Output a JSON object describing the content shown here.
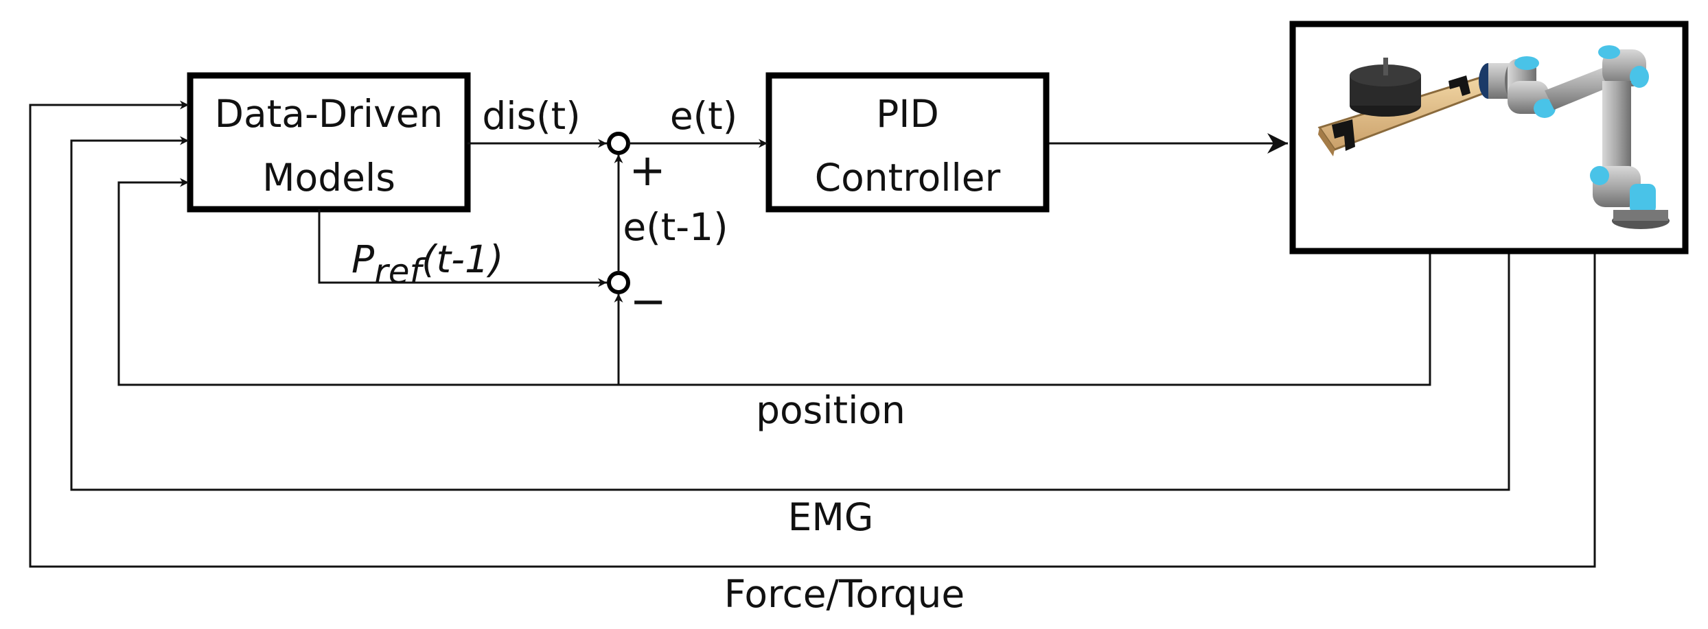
{
  "blocks": {
    "models": {
      "line1": "Data-Driven",
      "line2": "Models"
    },
    "pid": {
      "line1": "PID",
      "line2": "Controller"
    }
  },
  "signals": {
    "dis": "dis(t)",
    "e": "e(t)",
    "e_prev": "e(t-1)",
    "pref_main": "P",
    "pref_sub": "ref",
    "pref_arg": "(t-1)",
    "plus": "+",
    "minus": "−"
  },
  "feedback": {
    "position": "position",
    "emg": "EMG",
    "force_torque": "Force/Torque"
  }
}
